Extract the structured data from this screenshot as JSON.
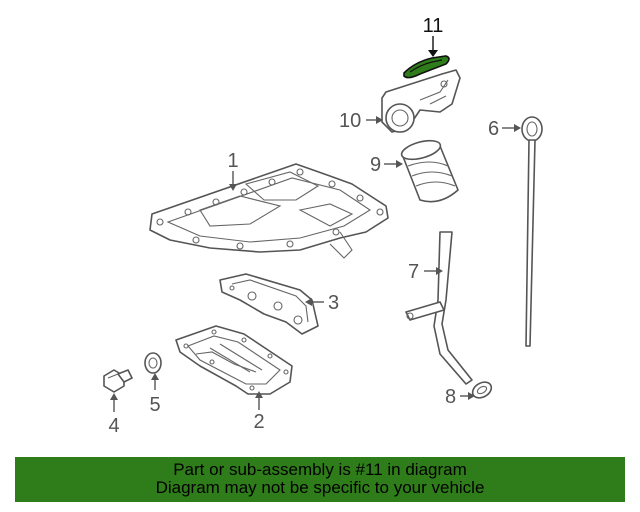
{
  "diagram": {
    "callouts": {
      "c1": "1",
      "c2": "2",
      "c3": "3",
      "c4": "4",
      "c5": "5",
      "c6": "6",
      "c7": "7",
      "c8": "8",
      "c9": "9",
      "c10": "10",
      "c11": "11"
    },
    "highlight_color": "#2f7d1a"
  },
  "banner": {
    "line1": "Part or sub-assembly is #11 in diagram",
    "line2": "Diagram may not be specific to your vehicle",
    "background": "#2f7d1a"
  }
}
